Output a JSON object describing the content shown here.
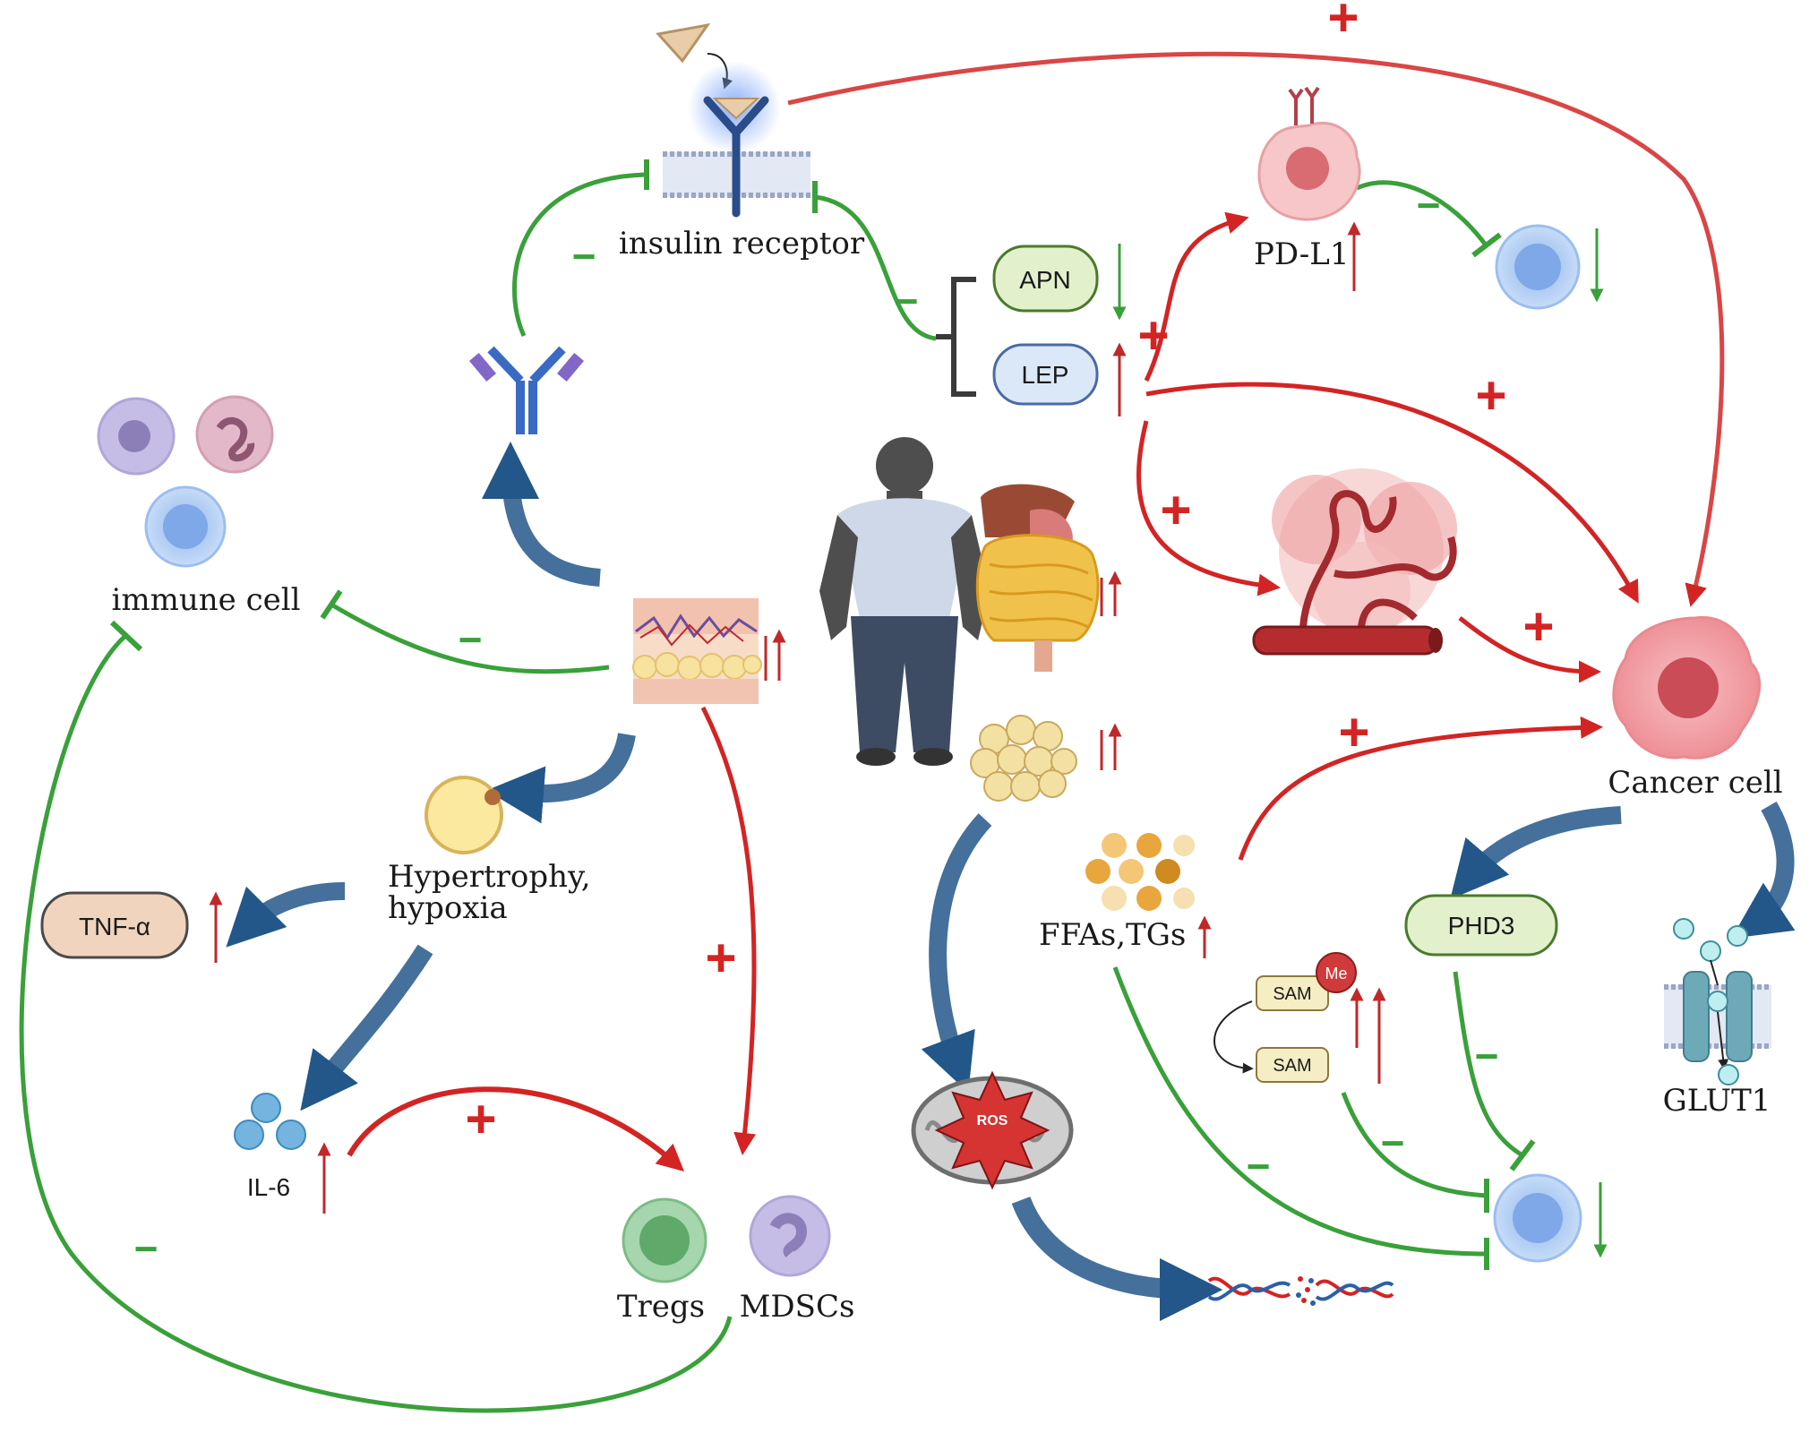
{
  "labels": {
    "insulin_receptor": "insulin receptor",
    "apn": "APN",
    "lep": "LEP",
    "pd_l1": "PD-L1",
    "immune_cell": "immune cell",
    "hypertrophy_line1": "Hypertrophy,",
    "hypertrophy_line2": "hypoxia",
    "tnf_alpha": "TNF-α",
    "il6": "IL-6",
    "tregs": "Tregs",
    "mdscs": "MDSCs",
    "ros": "ROS",
    "ffas_tgs": "FFAs,TGs",
    "sam_top": "SAM",
    "sam_bottom": "SAM",
    "me": "Me",
    "cancer_cell": "Cancer cell",
    "phd3": "PHD3",
    "glut1": "GLUT1"
  },
  "signs": {
    "plus": "+",
    "minus": "−"
  },
  "colors": {
    "activation_red": "#d32424",
    "inhibition_green": "#3aa03a",
    "flow_blue": "#235789",
    "cancer_pink": "#f2a4a8",
    "immune_blue": "#a8c8f0"
  },
  "icons": [
    "insulin-ligand-icon",
    "insulin-receptor-icon",
    "antibody-icon",
    "immune-cells-icon",
    "obese-person-icon",
    "organs-visceral-fat-icon",
    "adipose-tissue-icon",
    "adipocyte-cluster-icon",
    "hypertrophic-adipocyte-icon",
    "il6-molecules-icon",
    "treg-cell-icon",
    "mdsc-cell-icon",
    "mitochondria-icon",
    "dna-damage-icon",
    "fatty-acid-droplets-icon",
    "pd-l1-cell-icon",
    "t-cell-icon",
    "tumor-angiogenesis-icon",
    "cancer-cell-icon",
    "glut1-transporter-icon",
    "glucose-molecule-icon"
  ]
}
